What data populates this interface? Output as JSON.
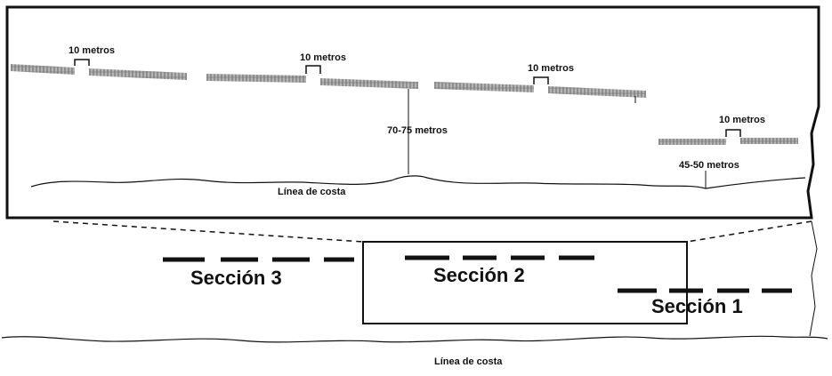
{
  "labels": {
    "gap": "10 metros",
    "distance_far": "70-75 metros",
    "distance_near": "45-50 metros",
    "coastline": "Línea de costa",
    "section_1": "Sección 1",
    "section_2": "Sección 2",
    "section_3": "Sección 3"
  },
  "colors": {
    "line": "#111111",
    "barrier": "#8c8c8c",
    "background": "#ffffff"
  }
}
